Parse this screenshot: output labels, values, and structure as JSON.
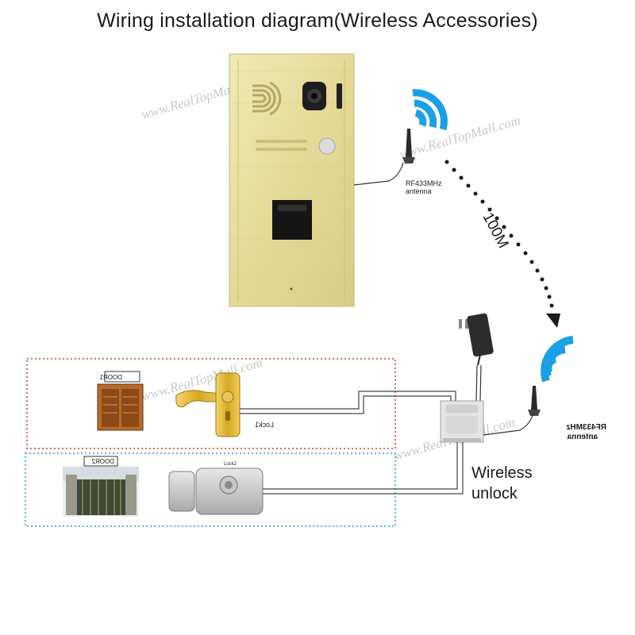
{
  "title": "Wiring installation diagram(Wireless Accessories)",
  "watermark": "www.RealTopMall.com",
  "antenna_top": {
    "line1": "RF433MHz",
    "line2": "antenna"
  },
  "antenna_bottom": {
    "line1": "RF433MHz",
    "line2": "antenna"
  },
  "distance_label": "100M",
  "wireless_unlock": {
    "line1": "Wireless",
    "line2": "unlock"
  },
  "lock1_label": "Lock1",
  "lock2_label": "Lock2",
  "door1_label": "DOOR1",
  "door2_label": "DOOR2",
  "colors": {
    "panel": "#e6dc9a",
    "wifi": "#1aa0e6",
    "red_box": "#d9342b",
    "blue_box": "#2a9fd0",
    "wire": "#444444"
  }
}
